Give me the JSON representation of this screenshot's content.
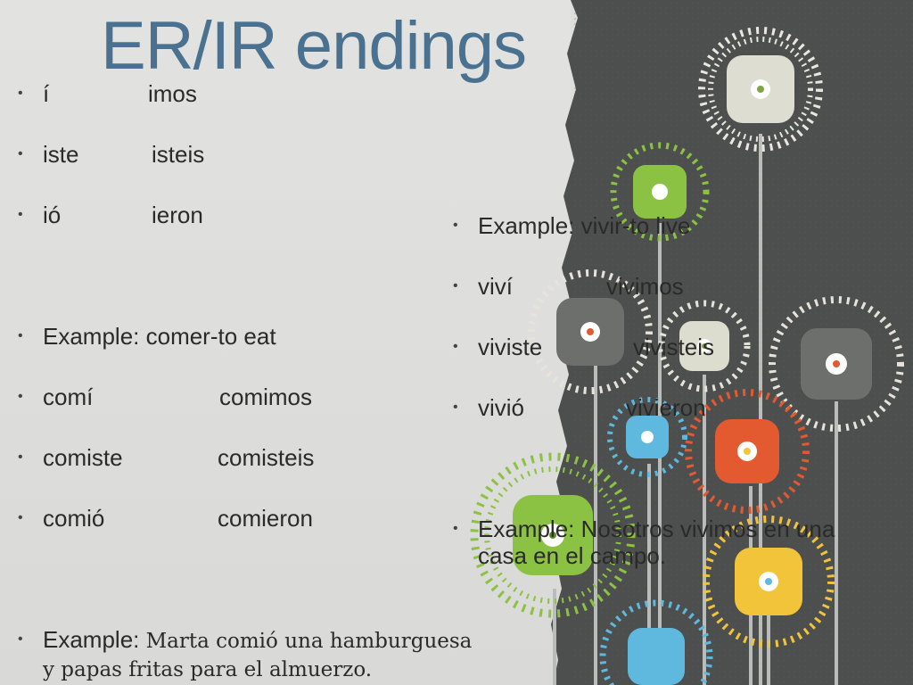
{
  "slide": {
    "title": "ER/IR endings",
    "colors": {
      "title": "#4a7190",
      "panel": "#4c4f4d",
      "text": "#2a2a2a"
    }
  },
  "endings": [
    {
      "stem": "í",
      "plural": "imos"
    },
    {
      "stem": "iste",
      "plural": "isteis"
    },
    {
      "stem": "ió",
      "plural": "ieron"
    }
  ],
  "comer": {
    "example": "Example: comer-to eat",
    "rows": [
      {
        "stem": "comí",
        "plural": "comimos"
      },
      {
        "stem": "comiste",
        "plural": "comisteis"
      },
      {
        "stem": "comió",
        "plural": "comieron"
      }
    ],
    "sentence_label": "Example:",
    "sentence_line1": "Marta comió una hamburguesa",
    "sentence_line2": "y papas fritas para el almuerzo."
  },
  "vivir": {
    "example": "Example: vivir-to live",
    "rows": [
      {
        "stem": "viví",
        "plural": "vivimos"
      },
      {
        "stem": "viviste",
        "plural": "vivisteis"
      },
      {
        "stem": "vivió",
        "plural": "vivieron"
      }
    ],
    "sentence_line1": "Example: Nosotros vivimos en una",
    "sentence_line2": "casa en el campo."
  }
}
